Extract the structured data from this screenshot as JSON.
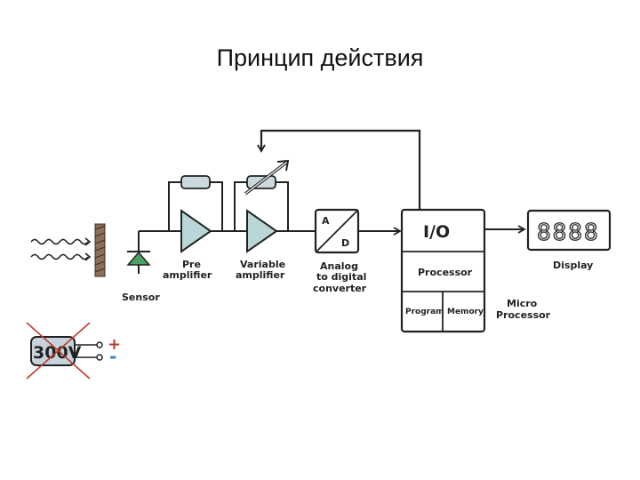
{
  "title": "Принцип действия",
  "labels": {
    "sensor": "Sensor",
    "pre_amp_1": "Pre",
    "pre_amp_2": "amplifier",
    "var_amp_1": "Variable",
    "var_amp_2": "amplifier",
    "adc_1": "Analog",
    "adc_2": "to digital",
    "adc_3": "converter",
    "adc_a": "A",
    "adc_d": "D",
    "io": "I/O",
    "processor": "Processor",
    "program": "Program",
    "memory": "Memory",
    "micro_1": "Micro",
    "micro_2": "Processor",
    "display": "Display",
    "display_digits": "8888",
    "battery": "300V",
    "plus": "+",
    "minus": "-"
  },
  "colors": {
    "line": "#222222",
    "amp_fill": "#b9d7d8",
    "resistor_fill": "#c9d9de",
    "sensor_fill": "#4d9f63",
    "plate": "#8a6e5a",
    "battery_fill": "#c7d3dc",
    "cross": "#c0392b",
    "plus": "#c0392b",
    "minus": "#2e86c1"
  }
}
